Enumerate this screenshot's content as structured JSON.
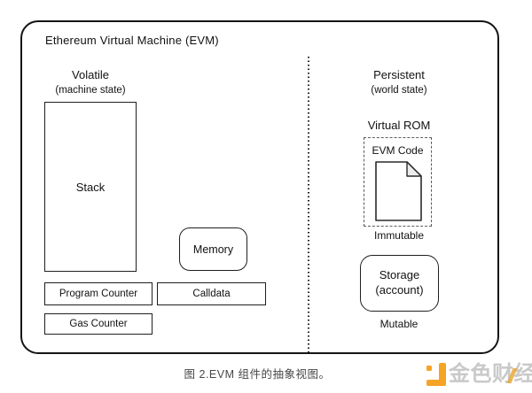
{
  "diagram": {
    "title": "Ethereum Virtual Machine (EVM)",
    "left": {
      "heading": "Volatile",
      "subheading": "(machine state)",
      "stack_label": "Stack",
      "memory_label": "Memory",
      "program_counter_label": "Program Counter",
      "calldata_label": "Calldata",
      "gas_counter_label": "Gas Counter"
    },
    "right": {
      "heading": "Persistent",
      "subheading": "(world state)",
      "virtual_rom_label": "Virtual ROM",
      "evm_code_label": "EVM Code",
      "immutable_label": "Immutable",
      "storage_label": "Storage",
      "storage_sublabel": "(account)",
      "mutable_label": "Mutable"
    }
  },
  "caption": "图 2.EVM 组件的抽象视图。",
  "branding": {
    "logo_text": "金色财经",
    "logo_color": "#F5A425"
  },
  "colors": {
    "frame_border": "#141414",
    "dashed_border": "#5c5c5c",
    "caption_text": "#474747",
    "logo_gray": "#c9c9c9"
  }
}
